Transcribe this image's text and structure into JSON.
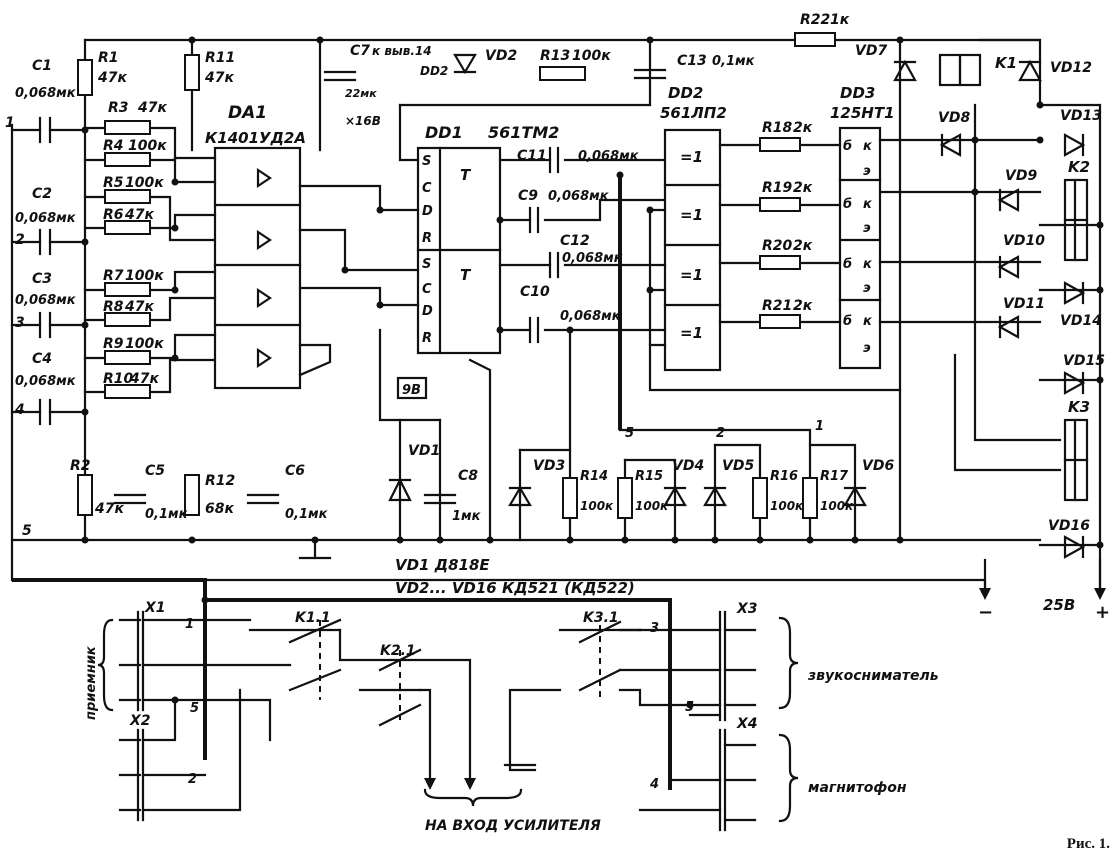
{
  "figure_caption": "Рис. 1.",
  "ics": {
    "da1": {
      "ref": "DA1",
      "part": "К1401УД2А"
    },
    "dd1": {
      "ref": "DD1",
      "part": "561ТМ2"
    },
    "dd2": {
      "ref": "DD2",
      "part": "561ЛП2"
    },
    "dd3": {
      "ref": "DD3",
      "part": "125НТ1"
    }
  },
  "resistors": [
    {
      "ref": "R1",
      "value": "47к"
    },
    {
      "ref": "R11",
      "value": "47к"
    },
    {
      "ref": "R3",
      "value": "47к"
    },
    {
      "ref": "R4",
      "value": "100к"
    },
    {
      "ref": "R5",
      "value": "100к"
    },
    {
      "ref": "R6",
      "value": "47к"
    },
    {
      "ref": "R7",
      "value": "100к"
    },
    {
      "ref": "R8",
      "value": "47к"
    },
    {
      "ref": "R9",
      "value": "100к"
    },
    {
      "ref": "R10",
      "value": "47к"
    },
    {
      "ref": "R2",
      "value": "47к"
    },
    {
      "ref": "R12",
      "value": "68к"
    },
    {
      "ref": "R13",
      "value": "100к"
    },
    {
      "ref": "R14",
      "value": "100к"
    },
    {
      "ref": "R15",
      "value": "100к"
    },
    {
      "ref": "R16",
      "value": "100к"
    },
    {
      "ref": "R17",
      "value": "100к"
    },
    {
      "ref": "R18",
      "value": "2к"
    },
    {
      "ref": "R19",
      "value": "2к"
    },
    {
      "ref": "R20",
      "value": "2к"
    },
    {
      "ref": "R21",
      "value": "2к"
    },
    {
      "ref": "R22",
      "value": "1к"
    }
  ],
  "capacitors": [
    {
      "ref": "C1",
      "value": "0,068мк"
    },
    {
      "ref": "C2",
      "value": "0,068мк"
    },
    {
      "ref": "C3",
      "value": "0,068мк"
    },
    {
      "ref": "C4",
      "value": "0,068мк"
    },
    {
      "ref": "C5",
      "value": "0,1мк"
    },
    {
      "ref": "C6",
      "value": "0,1мк"
    },
    {
      "ref": "C7",
      "value": "22мк",
      "extra": "×16В",
      "note": "к выв.14",
      "note2": "DD2"
    },
    {
      "ref": "C8",
      "value": "1мк"
    },
    {
      "ref": "C9",
      "value": "0,068мк"
    },
    {
      "ref": "C10",
      "value": "0,068мк"
    },
    {
      "ref": "C11",
      "value": "0,068мк"
    },
    {
      "ref": "C12",
      "value": "0,068мк"
    },
    {
      "ref": "C13",
      "value": "0,1мк"
    }
  ],
  "diodes": [
    "VD1",
    "VD2",
    "VD3",
    "VD4",
    "VD5",
    "VD6",
    "VD7",
    "VD8",
    "VD9",
    "VD10",
    "VD11",
    "VD12",
    "VD13",
    "VD14",
    "VD15",
    "VD16"
  ],
  "relays": [
    "K1",
    "K2",
    "K3"
  ],
  "contacts": [
    "K1.1",
    "K2.1",
    "K3.1"
  ],
  "connectors": [
    "X1",
    "X2",
    "X3",
    "X4"
  ],
  "notes": {
    "vd1": "VD1 Д818Е",
    "vd2_16": "VD2... VD16 КД521 (КД522)"
  },
  "power": {
    "minus": "−",
    "plus": "+",
    "voltage": "25В"
  },
  "labels": {
    "receiver": "приемник",
    "pickup": "звукосниматель",
    "tape": "магнитофон",
    "amp_input": "НА ВХОД УСИЛИТЕЛЯ",
    "ch1": "1",
    "ch2": "2",
    "ch3": "3",
    "ch4": "4",
    "gnd5": "5",
    "box9v": "9В"
  },
  "gates": {
    "t": "T",
    "xor": "=1",
    "s": "S",
    "c": "C",
    "d": "D",
    "r": "R",
    "b": "б",
    "k": "к",
    "e": "э"
  }
}
